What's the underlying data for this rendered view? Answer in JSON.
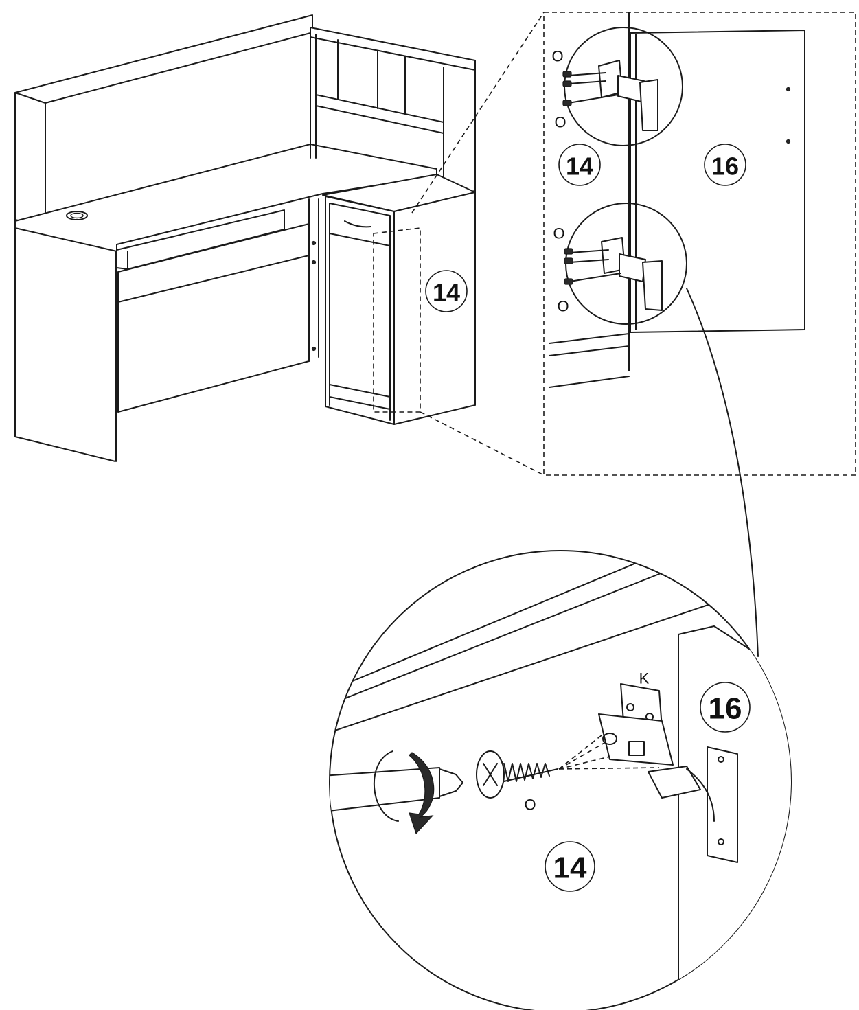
{
  "labels": {
    "part_14": "14",
    "part_16": "16",
    "screw": "O",
    "hinge": "K"
  }
}
